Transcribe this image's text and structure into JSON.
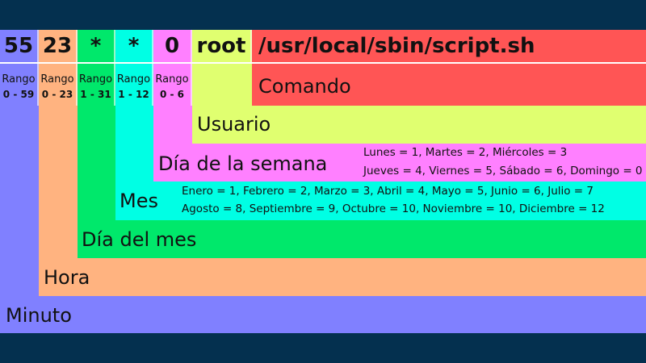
{
  "fields": {
    "minute": "55",
    "hour": "23",
    "day_of_month": "*",
    "month": "*",
    "day_of_week": "0",
    "user": "root",
    "command": "/usr/local/sbin/script.sh"
  },
  "ranges": {
    "label": "Rango",
    "minute": "0 - 59",
    "hour": "0 - 23",
    "day_of_month": "1 - 31",
    "month": "1 - 12",
    "day_of_week": "0 - 6"
  },
  "labels": {
    "command": "Comando",
    "user": "Usuario",
    "day_of_week": "Día de la semana",
    "month": "Mes",
    "day_of_month": "Día del mes",
    "hour": "Hora",
    "minute": "Minuto"
  },
  "notes": {
    "weekdays_line1": "Lunes = 1, Martes = 2, Miércoles = 3",
    "weekdays_line2": "Jueves = 4, Viernes = 5, Sábado = 6, Domingo = 0",
    "months_line1": "Enero = 1, Febrero = 2, Marzo = 3, Abril = 4, Mayo = 5, Junio = 6, Julio = 7",
    "months_line2": "Agosto = 8, Septiembre = 9, Octubre = 10, Noviembre = 10, Diciembre = 12"
  },
  "colors": {
    "background": "#04304f",
    "minute": "#8080ff",
    "hour": "#ffb380",
    "day_of_month": "#00e86b",
    "month": "#00ffe4",
    "day_of_week": "#ff80ff",
    "user": "#e0ff70",
    "command": "#ff5555"
  }
}
